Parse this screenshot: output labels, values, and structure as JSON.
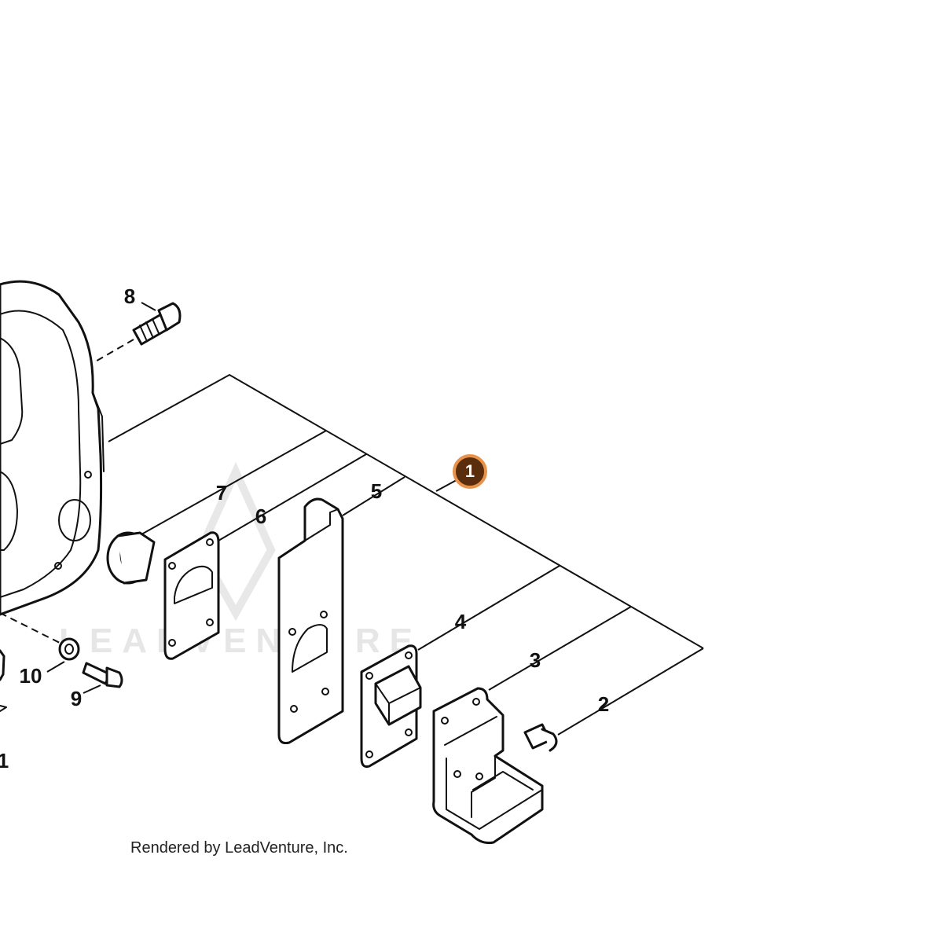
{
  "diagram": {
    "callouts": {
      "c1": "1",
      "c2": "2",
      "c3": "3",
      "c4": "4",
      "c5": "5",
      "c6": "6",
      "c7": "7",
      "c8": "8",
      "c9": "9",
      "c10": "10",
      "c11": "1"
    },
    "watermark": "LEADVENTURE",
    "credit": "Rendered by LeadVenture, Inc.",
    "colors": {
      "badge_fill": "#5a2d0c",
      "badge_ring": "#e8924a",
      "line": "#111111",
      "watermark": "#e6e6e6"
    }
  }
}
